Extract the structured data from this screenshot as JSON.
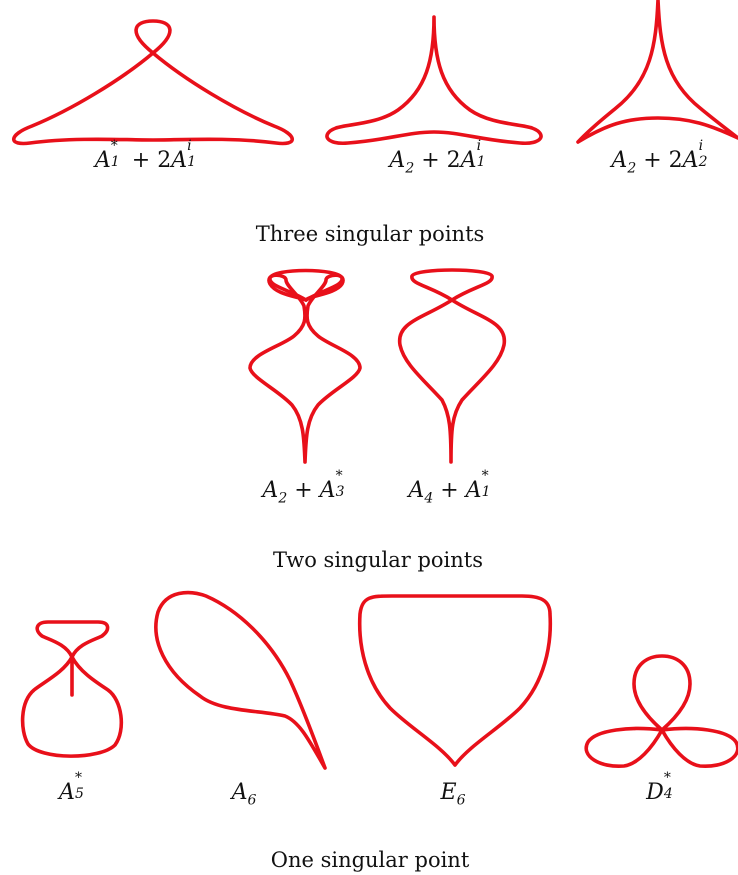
{
  "sections": {
    "three": "Three singular points",
    "two": "Two singular points",
    "one": "One singular point"
  },
  "labels": {
    "a1s_2a1i": {
      "b1": "A",
      "sup1": "*",
      "sub1": "1",
      "plus": "+ 2",
      "b2": "A",
      "sup2": "i",
      "sub2": "1"
    },
    "a2_2a1i": {
      "b1": "A",
      "sub1": "2",
      "plus": "+ 2",
      "b2": "A",
      "sup2": "i",
      "sub2": "1"
    },
    "a2_2a2i": {
      "b1": "A",
      "sub1": "2",
      "plus": "+ 2",
      "b2": "A",
      "sup2": "i",
      "sub2": "2"
    },
    "a2_a3s": {
      "b1": "A",
      "sub1": "2",
      "plus": "+",
      "b2": "A",
      "sup2": "*",
      "sub2": "3"
    },
    "a4_a1s": {
      "b1": "A",
      "sub1": "4",
      "plus": "+",
      "b2": "A",
      "sup2": "*",
      "sub2": "1"
    },
    "a5s": {
      "b1": "A",
      "sup1": "*",
      "sub1": "5"
    },
    "a6": {
      "b1": "A",
      "sub1": "6"
    },
    "e6": {
      "b1": "E",
      "sub1": "6"
    },
    "d4s": {
      "b1": "D",
      "sup1": "*",
      "sub1": "4"
    }
  },
  "colors": {
    "curve": "#e8101a",
    "text": "#111111",
    "background": "#ffffff"
  }
}
